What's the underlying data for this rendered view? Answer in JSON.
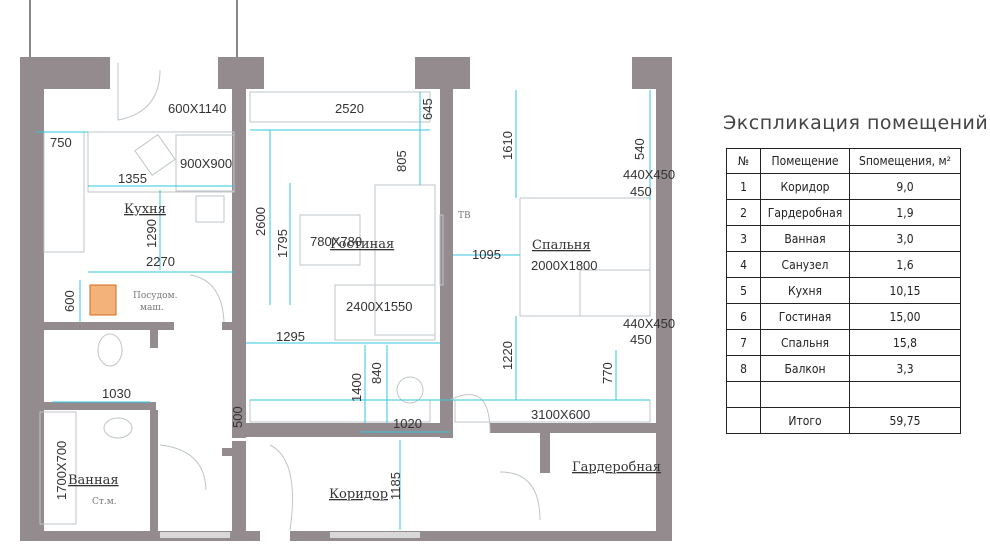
{
  "plan": {
    "rooms": {
      "kitchen": "Кухня",
      "living": "Гостиная",
      "bedroom": "Спальня",
      "bathroom": "Ванная",
      "corridor": "Коридор",
      "wardrobe": "Гардеробная"
    },
    "fixtures": {
      "dishwasher_line1": "Посудом.",
      "dishwasher_line2": "маш.",
      "washer": "Ст.м.",
      "tv": "TB"
    },
    "dimensions": {
      "d600x1140": "600X1140",
      "d750": "750",
      "d900x900": "900X900",
      "d1355": "1355",
      "d1290": "1290",
      "d2270": "2270",
      "d600": "600",
      "d1030": "1030",
      "d1700x700": "1700X700",
      "d2520": "2520",
      "d645": "645",
      "d805": "805",
      "d2600": "2600",
      "d1795": "1795",
      "d780x780": "780X780",
      "d2400x1550": "2400X1550",
      "d1295": "1295",
      "d1400": "1400",
      "d840": "840",
      "d500": "500",
      "d1020": "1020",
      "d1185": "1185",
      "d1610": "1610",
      "d540": "540",
      "d440x450_top": "440X450",
      "d1095": "1095",
      "d2000x1800": "2000X1800",
      "d440x450_bottom": "440X450",
      "d1220": "1220",
      "d770": "770",
      "d3100x600": "3100X600"
    }
  },
  "explication": {
    "title": "Экспликация помещений",
    "headers": [
      "№",
      "Помещение",
      "Sпомещения, м²"
    ],
    "rows": [
      {
        "num": "1",
        "name": "Коридор",
        "area": "9,0"
      },
      {
        "num": "2",
        "name": "Гардеробная",
        "area": "1,9"
      },
      {
        "num": "3",
        "name": "Ванная",
        "area": "3,0"
      },
      {
        "num": "4",
        "name": "Санузел",
        "area": "1,6"
      },
      {
        "num": "5",
        "name": "Кухня",
        "area": "10,15"
      },
      {
        "num": "6",
        "name": "Гостиная",
        "area": "15,00"
      },
      {
        "num": "7",
        "name": "Спальня",
        "area": "15,8"
      },
      {
        "num": "8",
        "name": "Балкон",
        "area": "3,3"
      },
      {
        "num": "",
        "name": "",
        "area": ""
      }
    ],
    "total": {
      "num": "",
      "name": "Итого",
      "area": "59,75"
    }
  }
}
